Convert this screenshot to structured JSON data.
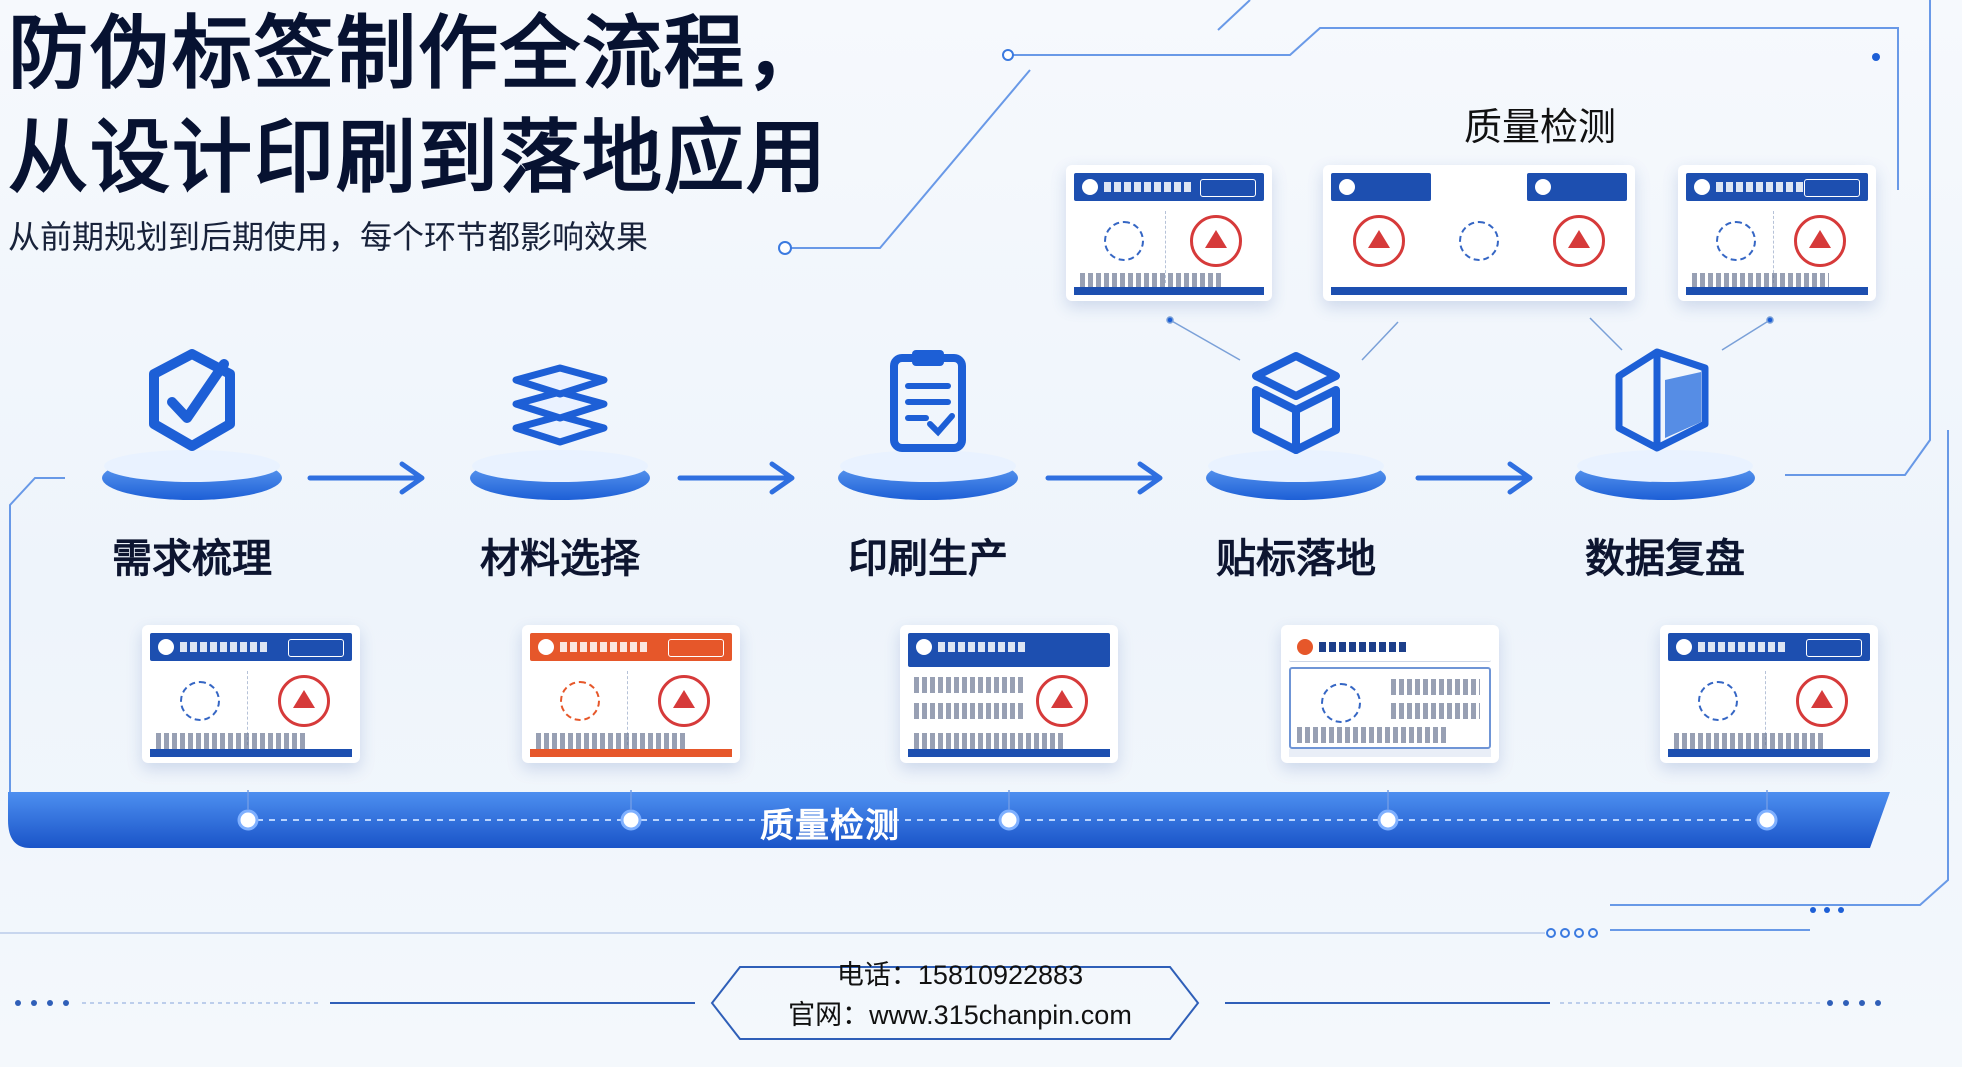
{
  "title": {
    "line1": "防伪标签制作全流程，",
    "line2": "从设计印刷到落地应用"
  },
  "subtitle": "从前期规划到后期使用，每个环节都影响效果",
  "quality_top_label": "质量检测",
  "steps": [
    {
      "label": "需求梳理",
      "icon": "shield-check-icon"
    },
    {
      "label": "材料选择",
      "icon": "layers-icon"
    },
    {
      "label": "印刷生产",
      "icon": "clipboard-check-icon"
    },
    {
      "label": "贴标落地",
      "icon": "box-icon"
    },
    {
      "label": "数据复盘",
      "icon": "cube-split-icon"
    }
  ],
  "quality_bar_label": "质量检测",
  "contact": {
    "phone": "电话：15810922883",
    "website": "官网：www.315chanpin.com"
  },
  "colors": {
    "primary_blue": "#1d5fd6",
    "dark_navy": "#071231",
    "accent_orange": "#e6572a",
    "seal_red": "#d63a3a",
    "line_blue": "#3b7ae0"
  }
}
